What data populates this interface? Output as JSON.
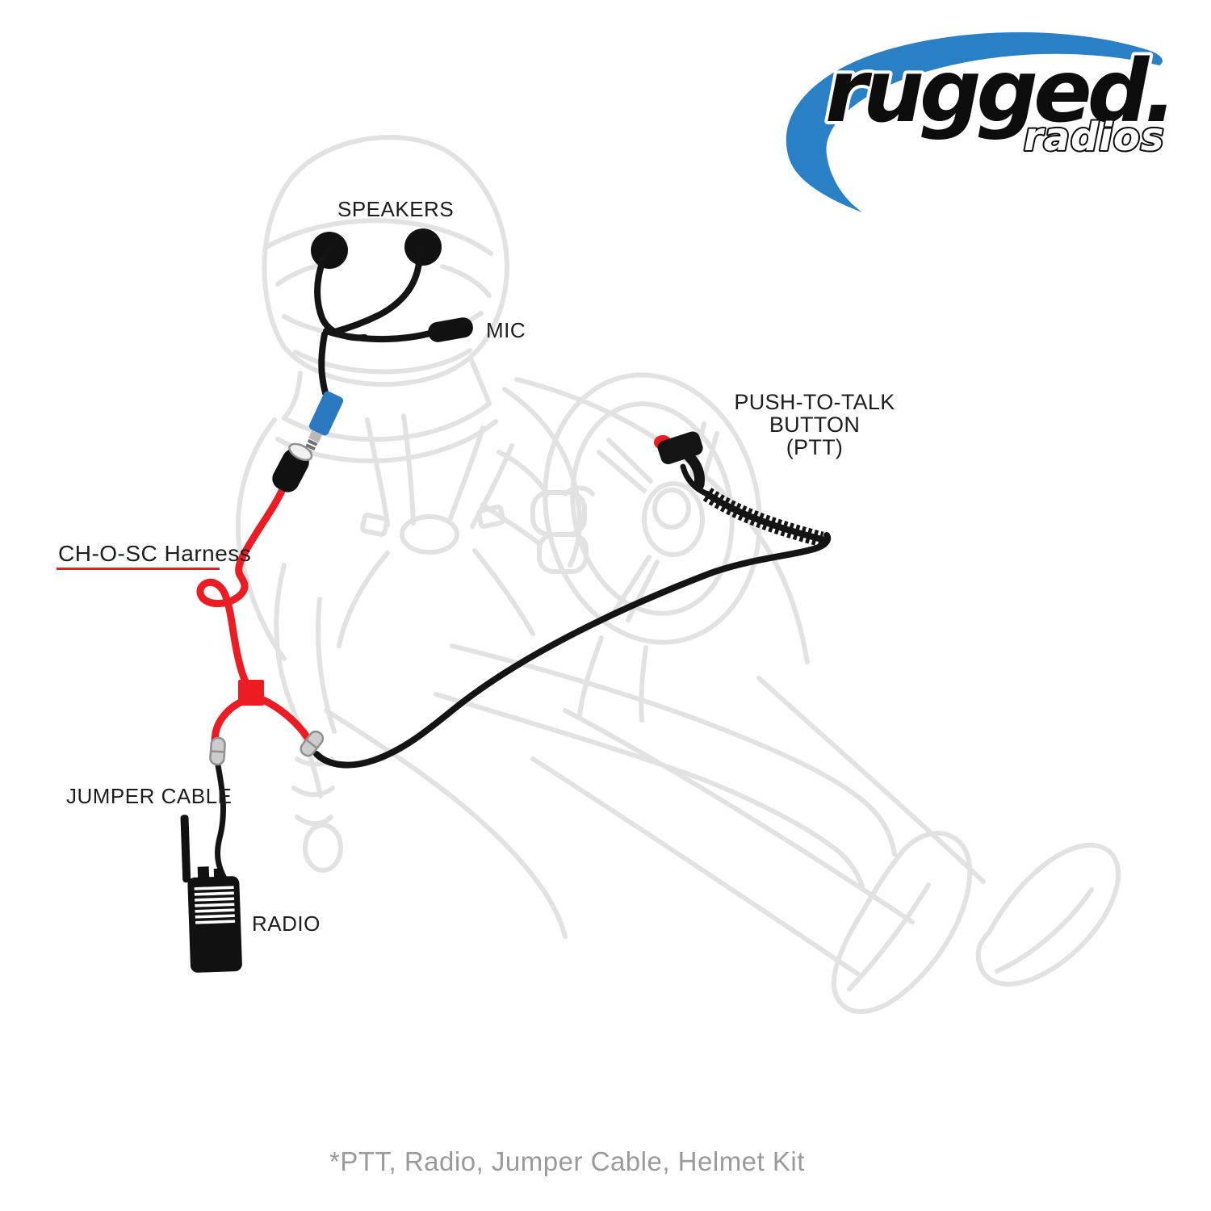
{
  "logo": {
    "brand": "rugged.",
    "brand_sub": "radios",
    "swoosh_color": "#2980c4"
  },
  "labels": {
    "speakers": "SPEAKERS",
    "mic": "MIC",
    "ptt": [
      "PUSH-TO-TALK",
      "BUTTON",
      "(PTT)"
    ],
    "harness": "CH-O-SC Harness",
    "jumper_cable": "JUMPER CABLE",
    "radio": "RADIO"
  },
  "footnote": "*PTT, Radio, Jumper Cable, Helmet Kit",
  "colors": {
    "harness_red": "#ec1c24",
    "cable_black": "#141414",
    "helmet_connector_blue": "#2b7abf",
    "connector_gray": "#cccccc",
    "figure_outline": "#e2e2e2",
    "label_text": "#1d1d1d",
    "footnote_text": "#9a9a9a"
  }
}
